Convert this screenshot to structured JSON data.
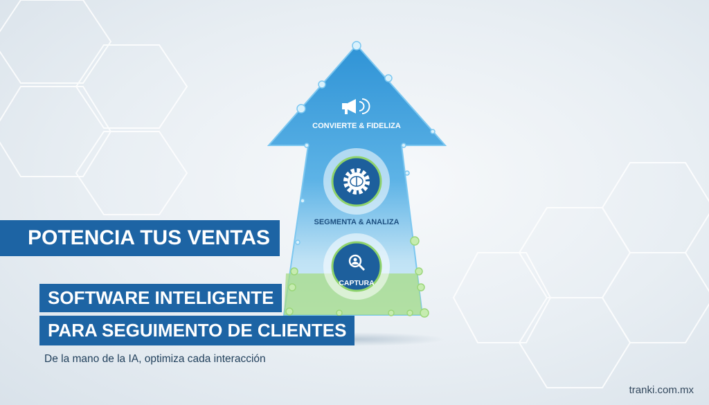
{
  "headline": "POTENCIA TUS VENTAS",
  "subheadline_line1": "SOFTWARE INTELIGENTE",
  "subheadline_line2": "PARA SEGUIMENTO DE CLIENTES",
  "tagline": "De la mano de la IA, optimiza cada interacción",
  "website": "tranki.com.mx",
  "arrow_steps": [
    {
      "label": "CONVIERTE & FIDELIZA",
      "icon": "megaphone-icon"
    },
    {
      "label": "SEGMENTA & ANALIZA",
      "icon": "brain-gear-icon"
    },
    {
      "label": "CAPTURA",
      "icon": "search-user-icon"
    }
  ],
  "colors": {
    "brand_blue": "#1d64a4",
    "arrow_blue": "#3fa3dc",
    "green": "#9bd67a"
  }
}
